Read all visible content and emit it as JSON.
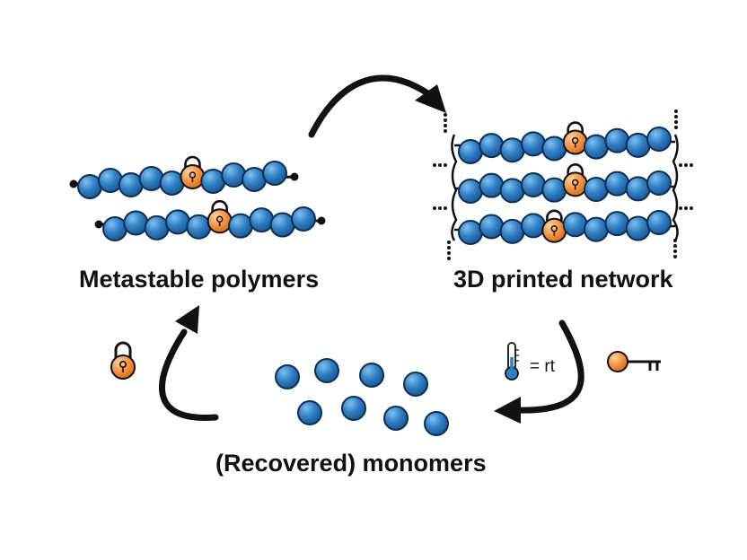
{
  "labels": {
    "metastable": "Metastable polymers",
    "network": "3D printed network",
    "monomers": "(Recovered) monomers",
    "temperature": "= rt"
  },
  "colors": {
    "monomer_fill": "#2f7fc4",
    "monomer_stroke": "#0f2f52",
    "lock_fill": "#f5913e",
    "lock_stroke": "#7a3a0a",
    "arrow": "#111111"
  },
  "icons": [
    "lock-icon",
    "key-icon",
    "thermometer-icon"
  ]
}
